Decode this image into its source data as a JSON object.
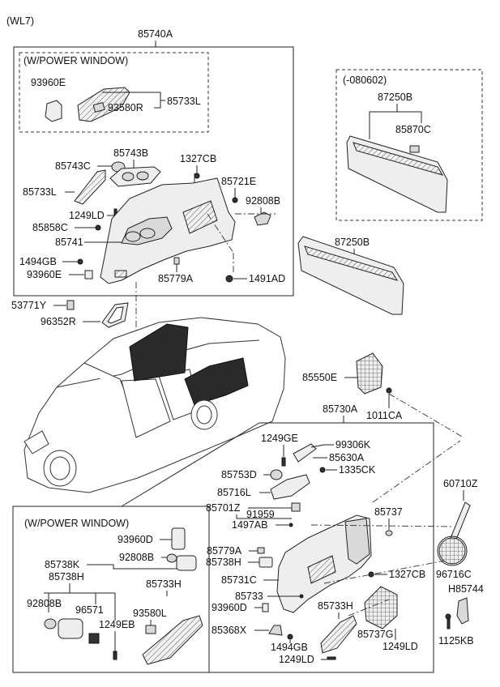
{
  "model_code": "(WL7)",
  "group_upper": {
    "assembly": "85740A",
    "power_window_title": "(W/POWER WINDOW)",
    "pw_parts": {
      "cover": "93960E",
      "trim": "85733L",
      "switch": "93580R"
    },
    "parts": {
      "cover_left": "85743C",
      "cover_center": "85743B",
      "trim_small": "85733L",
      "bolt_top": "1327CB",
      "screw": "1249LD",
      "clip_left": "85858C",
      "panel": "85741",
      "fastener": "1494GB",
      "plug": "93960E",
      "clip_right": "85721E",
      "hook": "92808B",
      "clip_bottom": "85779A",
      "nut": "1491AD"
    }
  },
  "standalone": {
    "clip": "53771Y",
    "glass_molding": "96352R"
  },
  "group_date": {
    "title": "(-080602)",
    "panel": "87250B",
    "cap": "85870C"
  },
  "tailgate_trim": "87250B",
  "grille": "85550E",
  "bolt_grille": "1011CA",
  "group_lower": {
    "assembly": "85730A",
    "parts": {
      "bolt": "1249GE",
      "handle": "99306K",
      "cover": "85630A",
      "screw_b": "1335CK",
      "cup": "85753D",
      "trim_l": "85716L",
      "molding": "85701Z",
      "pad": "91959",
      "clip_s": "1497AB",
      "clip_a": "85779A",
      "trim_h": "85738H",
      "panel_c": "85731C",
      "screw_85733": "85733",
      "plug_d": "93960D",
      "retainer": "85368X",
      "fastener": "1494GB",
      "screw": "1249LD",
      "trim_h2": "85733H",
      "clip_g": "85737G",
      "screw_r": "1249LD",
      "bolt_cb": "1327CB",
      "cap": "85737"
    },
    "power_window_title": "(W/POWER WINDOW)",
    "pw_parts": {
      "plug": "93960D",
      "lamp": "85738K",
      "hook": "92808B",
      "trim": "85738H",
      "hook2": "92808B",
      "socket": "96571",
      "screw": "1249EB",
      "panel": "85733H",
      "switch": "93580L"
    }
  },
  "right_parts": {
    "strip": "60710Z",
    "speaker": "96716C",
    "bracket": "H85744",
    "bolt": "1125KB"
  }
}
